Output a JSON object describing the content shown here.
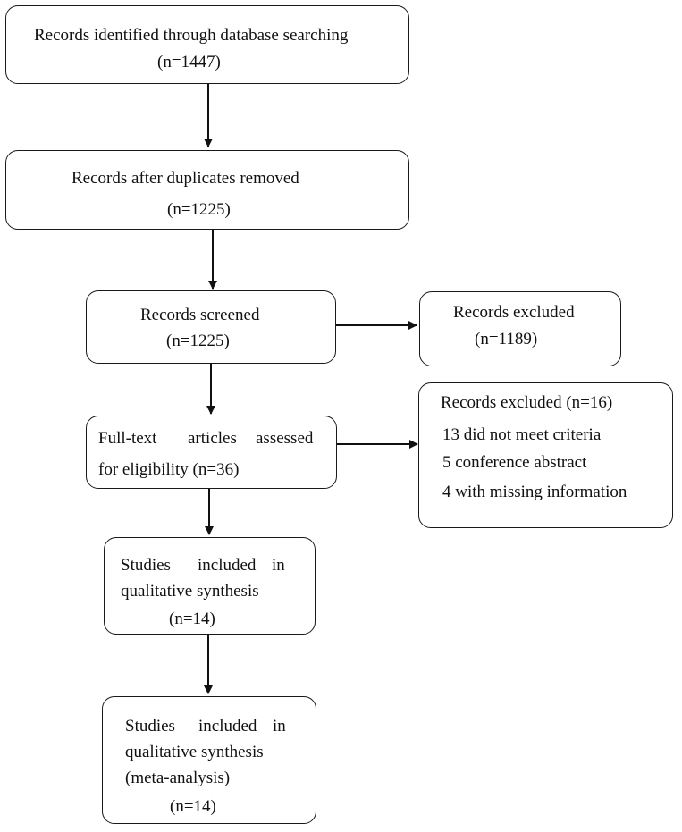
{
  "flow": {
    "identified": {
      "line1": "Records identified through database searching",
      "line2": "(n=1447)"
    },
    "dedup": {
      "line1": "Records after duplicates removed",
      "line2": "(n=1225)"
    },
    "screened": {
      "line1": "Records screened",
      "line2": "(n=1225)"
    },
    "excluded_screen": {
      "line1": "Records excluded",
      "line2": "(n=1189)"
    },
    "fulltext": {
      "word1": "Full-text",
      "word2": "articles",
      "word3": "assessed",
      "line2": "for eligibility (n=36)"
    },
    "excluded_fulltext": {
      "title": "Records excluded (n=16)",
      "reasons": [
        "13 did not meet criteria",
        "5 conference abstract",
        "4 with missing information"
      ]
    },
    "qualitative": {
      "word1": "Studies",
      "word2": "included",
      "word3": "in",
      "line2": "qualitative synthesis",
      "line3": "(n=14)"
    },
    "meta": {
      "word1": "Studies",
      "word2": "included",
      "word3": "in",
      "line2": "qualitative synthesis",
      "line3": "(meta-analysis)",
      "line4": "(n=14)"
    }
  }
}
